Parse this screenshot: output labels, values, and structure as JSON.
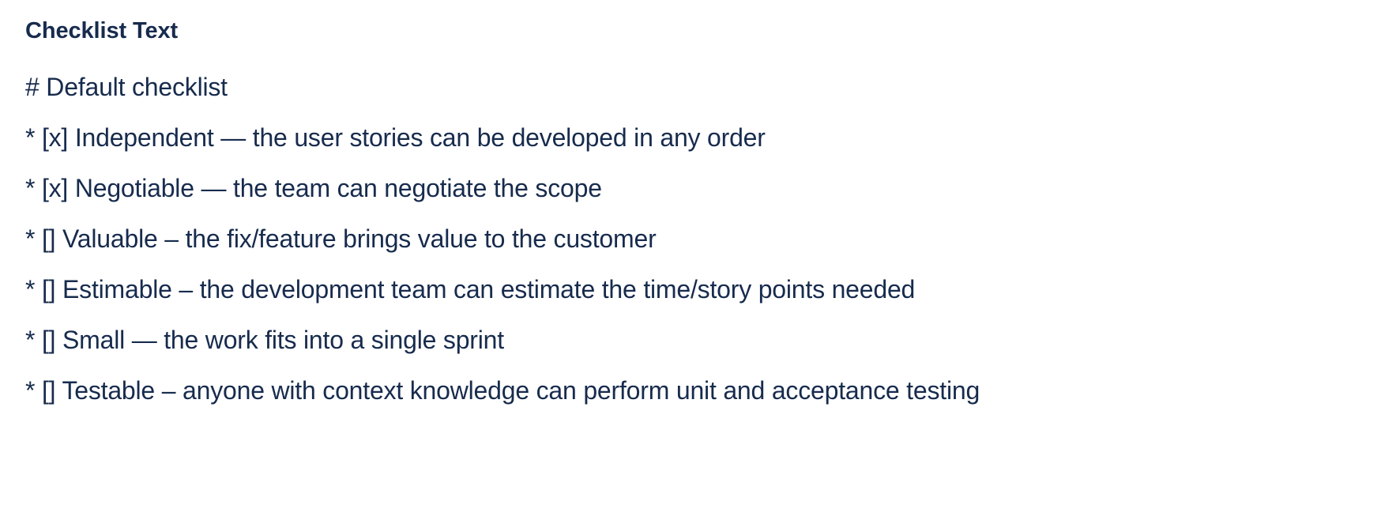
{
  "field": {
    "label": "Checklist Text"
  },
  "colors": {
    "text": "#172B4D",
    "background": "#FFFFFF"
  },
  "checklist": {
    "heading_line": "# Default checklist",
    "lines": [
      "* [x] Independent — the user stories can be developed in any order",
      "* [x] Negotiable — the team can negotiate the scope",
      "* [] Valuable – the fix/feature brings value to the customer",
      "* [] Estimable – the development team can estimate the time/story points needed",
      "* [] Small — the work fits into a single sprint",
      "* [] Testable – anyone with context knowledge can perform unit and acceptance testing"
    ]
  }
}
